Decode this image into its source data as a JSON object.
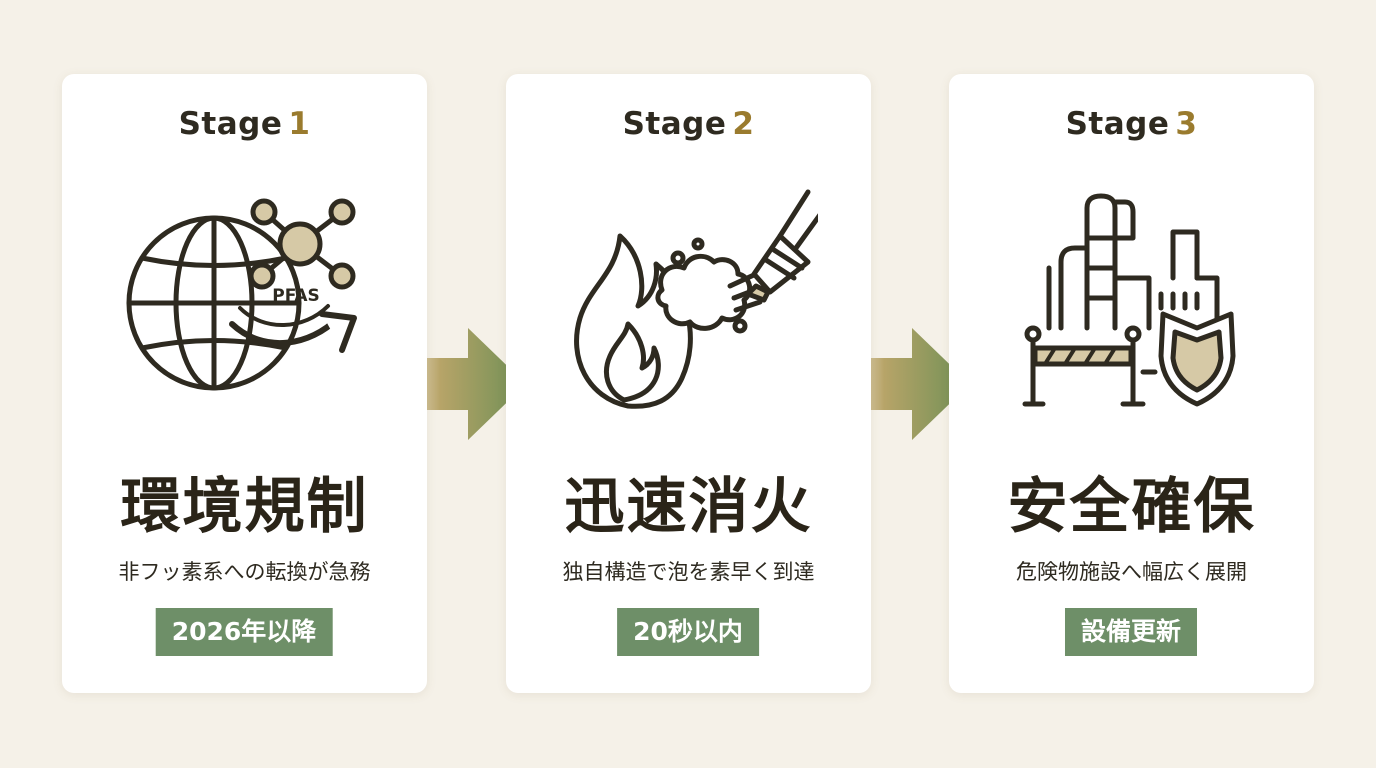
{
  "stages": [
    {
      "label": "Stage",
      "number": "1",
      "heading": "環境規制",
      "description": "非フッ素系への転換が急務",
      "badge": "2026年以降",
      "icon_label": "PFAS",
      "icon": "globe-molecule-icon"
    },
    {
      "label": "Stage",
      "number": "2",
      "heading": "迅速消火",
      "description": "独自構造で泡を素早く到達",
      "badge": "20秒以内",
      "icon": "fire-nozzle-icon"
    },
    {
      "label": "Stage",
      "number": "3",
      "heading": "安全確保",
      "description": "危険物施設へ幅広く展開",
      "badge": "設備更新",
      "icon": "plant-shield-icon"
    }
  ],
  "colors": {
    "background": "#f5f1e8",
    "card": "#ffffff",
    "text": "#2e2a20",
    "accent_gold": "#9a7b2e",
    "badge_green": "#6e8f68",
    "icon_fill": "#d6c9a6"
  }
}
